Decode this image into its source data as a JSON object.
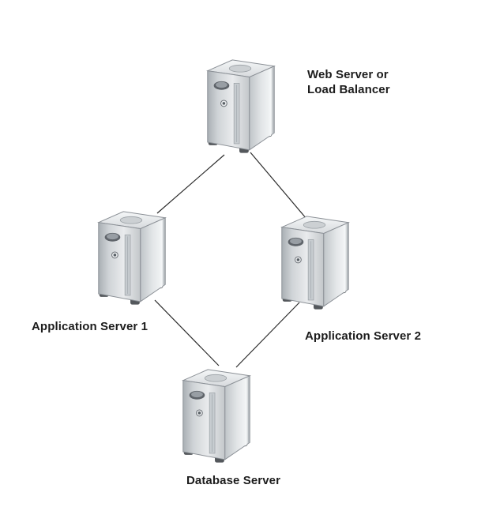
{
  "diagram": {
    "type": "topology",
    "nodes": [
      {
        "id": "web",
        "label": "Web Server or\nLoad Balancer"
      },
      {
        "id": "app1",
        "label": "Application Server 1"
      },
      {
        "id": "app2",
        "label": "Application Server 2"
      },
      {
        "id": "db",
        "label": "Database Server"
      }
    ],
    "edges": [
      {
        "from": "web",
        "to": "app1"
      },
      {
        "from": "web",
        "to": "app2"
      },
      {
        "from": "app1",
        "to": "db"
      },
      {
        "from": "app2",
        "to": "db"
      }
    ],
    "icons": [
      {
        "name": "server-tower-icon",
        "shape": "3d-tower-server"
      }
    ],
    "colors": {
      "background": "#ffffff",
      "edge_line": "#2b2b2b",
      "label_text": "#1c1c1c",
      "server_light": "#e9ebed",
      "server_mid": "#c6cacd",
      "server_outline": "#8b9096"
    }
  }
}
